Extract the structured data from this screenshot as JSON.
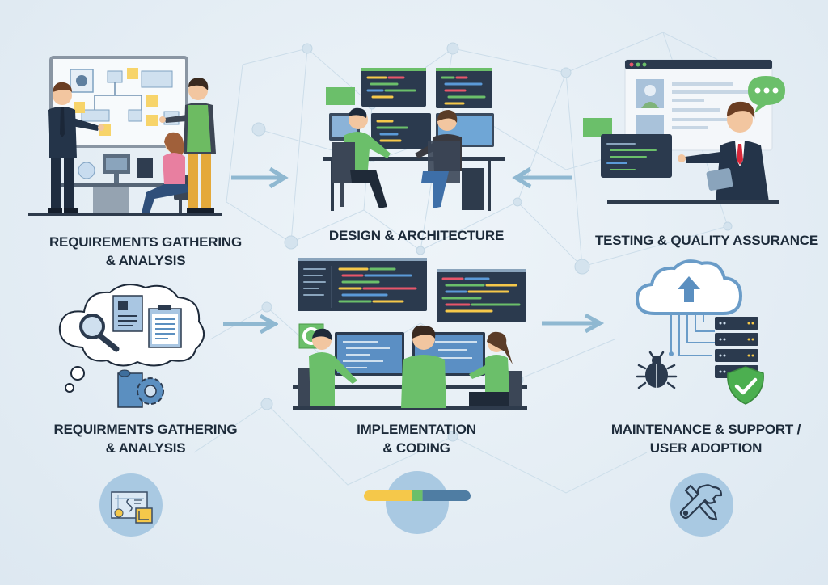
{
  "diagram": {
    "type": "process-infographic",
    "colors": {
      "background": "#e6eef5",
      "text": "#1d2b3a",
      "navy": "#2c3e55",
      "accent_blue": "#5b8fc0",
      "accent_green": "#6bbf6a",
      "accent_yellow": "#f5c84a",
      "arrow": "#8fb8d1",
      "badge": "#a9c9e2"
    },
    "stages": [
      {
        "id": "requirements-top",
        "label_line1": "REQUIREMENTS GATHERING",
        "label_line2": "& ANALYSIS",
        "scene": "team-at-whiteboard"
      },
      {
        "id": "design",
        "label_line1": "DESIGN & ARCHITECTURE",
        "label_line2": "",
        "scene": "two-developers-at-monitors"
      },
      {
        "id": "testing",
        "label_line1": "TESTING & QUALITY ASSURANCE",
        "label_line2": "",
        "scene": "presenter-with-tablet"
      },
      {
        "id": "requirements-bottom",
        "label_line1": "REQUIRMENTS GATHERING",
        "label_line2": "& ANALYSIS",
        "scene": "thought-cloud-documents"
      },
      {
        "id": "implementation",
        "label_line1": "IMPLEMENTATION",
        "label_line2": "& CODING",
        "scene": "three-developers-coding"
      },
      {
        "id": "maintenance",
        "label_line1": "MAINTENANCE & SUPPORT /",
        "label_line2": "USER ADOPTION",
        "scene": "cloud-servers-shield"
      }
    ],
    "arrows": [
      {
        "from": "requirements-top",
        "to": "design",
        "direction": "right"
      },
      {
        "from": "testing",
        "to": "design",
        "direction": "left"
      },
      {
        "from": "requirements-bottom",
        "to": "implementation",
        "direction": "right"
      },
      {
        "from": "implementation",
        "to": "maintenance",
        "direction": "right"
      }
    ],
    "bottom_icons": [
      {
        "name": "blueprint-icon"
      },
      {
        "name": "progress-bar-icon",
        "segments": [
          {
            "color": "#f5c84a",
            "fraction": 0.45
          },
          {
            "color": "#6bbf6a",
            "fraction": 0.1
          },
          {
            "color": "#4f7da3",
            "fraction": 0.45
          }
        ]
      },
      {
        "name": "tools-icon"
      }
    ]
  }
}
